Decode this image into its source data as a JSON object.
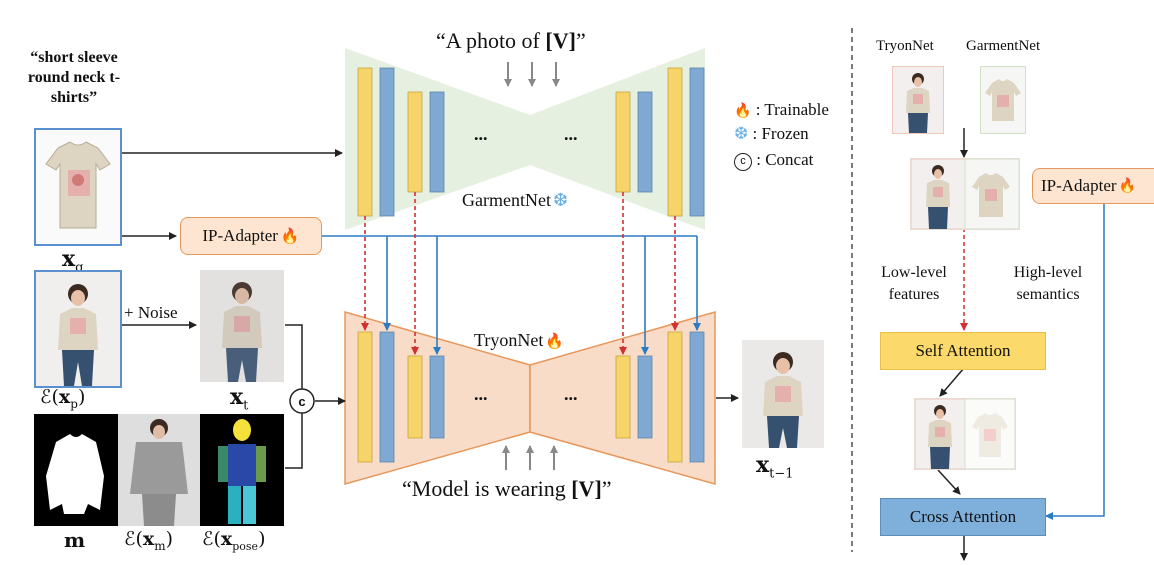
{
  "left": {
    "prompt_text": "“short sleeve round neck t-shirts”",
    "garment_prompt": "“A photo of [V]”",
    "garment_prompt_pre": "“A photo of ",
    "garment_prompt_v": "[V]",
    "garment_prompt_post": "”",
    "tryon_prompt_pre": "“Model is wearing ",
    "tryon_prompt_v": "[V]",
    "tryon_prompt_post": "”",
    "garmentnet_label": "GarmentNet",
    "tryonnet_label": "TryonNet",
    "ip_adapter_label": "IP-Adapter",
    "noise_label": "+ Noise",
    "concat_symbol": "c",
    "ellipsis": "...",
    "legend": {
      "trainable": ": Trainable",
      "frozen": ": Frozen",
      "concat": ": Concat"
    },
    "math": {
      "xg": "x",
      "xg_sub": "g",
      "exp_pre": "ℰ(",
      "exp_x": "x",
      "exp_sub": "p",
      "exp_post": ")",
      "xt": "x",
      "xt_sub": "t",
      "m": "m",
      "exm_pre": "ℰ(",
      "exm_x": "x",
      "exm_sub": "m",
      "exm_post": ")",
      "expose_pre": "ℰ(",
      "expose_x": "x",
      "expose_sub": "pose",
      "expose_post": ")",
      "xt1": "x",
      "xt1_sub": "t−1"
    }
  },
  "right": {
    "tryonnet_header": "TryonNet",
    "garmentnet_header": "GarmentNet",
    "ip_adapter_label": "IP-Adapter",
    "low_level_line1": "Low-level",
    "low_level_line2": "features",
    "high_level_line1": "High-level",
    "high_level_line2": "semantics",
    "self_attention": "Self Attention",
    "cross_attention": "Cross Attention"
  },
  "colors": {
    "garmentnet_bg": "#e6f0e0",
    "tryonnet_bg": "#f9dcc8",
    "tryonnet_border": "#e6975c",
    "block_yellow": "#f7d46a",
    "block_blue": "#7fa8d2",
    "ip_adapter_bg": "#fde5d2",
    "ip_adapter_border": "#e6975c",
    "self_attention_bg": "#fbd96a",
    "cross_attention_bg": "#7fb0dc",
    "blue_arrow": "#2c7cc4",
    "red_dashed": "#d43030",
    "frame_blue": "#5a8fd0",
    "flame": "#f06a1a",
    "snow": "#6ab0e8"
  },
  "icons": [
    "flame-icon",
    "snowflake-icon",
    "concat-icon",
    "tshirt-icon",
    "person-icon"
  ]
}
